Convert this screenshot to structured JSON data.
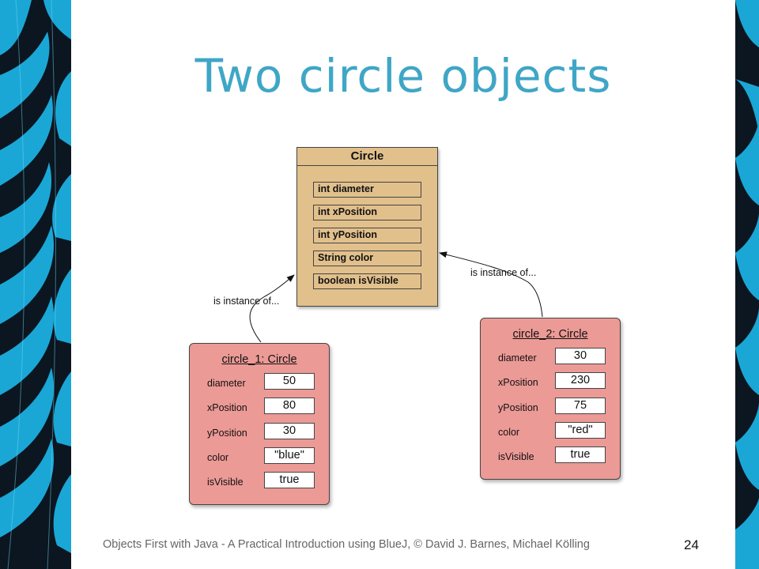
{
  "title": "Two circle objects",
  "class": {
    "name": "Circle",
    "fields": [
      "int diameter",
      "int xPosition",
      "int yPosition",
      "String color",
      "boolean isVisible"
    ]
  },
  "objects": [
    {
      "name": "circle_1: Circle",
      "fields": [
        {
          "label": "diameter",
          "value": "50"
        },
        {
          "label": "xPosition",
          "value": "80"
        },
        {
          "label": "yPosition",
          "value": "30"
        },
        {
          "label": "color",
          "value": "\"blue\""
        },
        {
          "label": "isVisible",
          "value": "true"
        }
      ]
    },
    {
      "name": "circle_2: Circle",
      "fields": [
        {
          "label": "diameter",
          "value": "30"
        },
        {
          "label": "xPosition",
          "value": "230"
        },
        {
          "label": "yPosition",
          "value": "75"
        },
        {
          "label": "color",
          "value": "\"red\""
        },
        {
          "label": "isVisible",
          "value": "true"
        }
      ]
    }
  ],
  "relations": [
    {
      "label": "is instance of..."
    },
    {
      "label": "is instance of..."
    }
  ],
  "footer": "Objects First with Java - A Practical Introduction using BlueJ, © David J. Barnes, Michael Kölling",
  "page_number": "24",
  "colors": {
    "title": "#3fa6c6",
    "class_fill": "#e2c08c",
    "object_fill": "#ec9a96",
    "feather_blue": "#1aa7d6",
    "feather_dark": "#0b1620"
  }
}
